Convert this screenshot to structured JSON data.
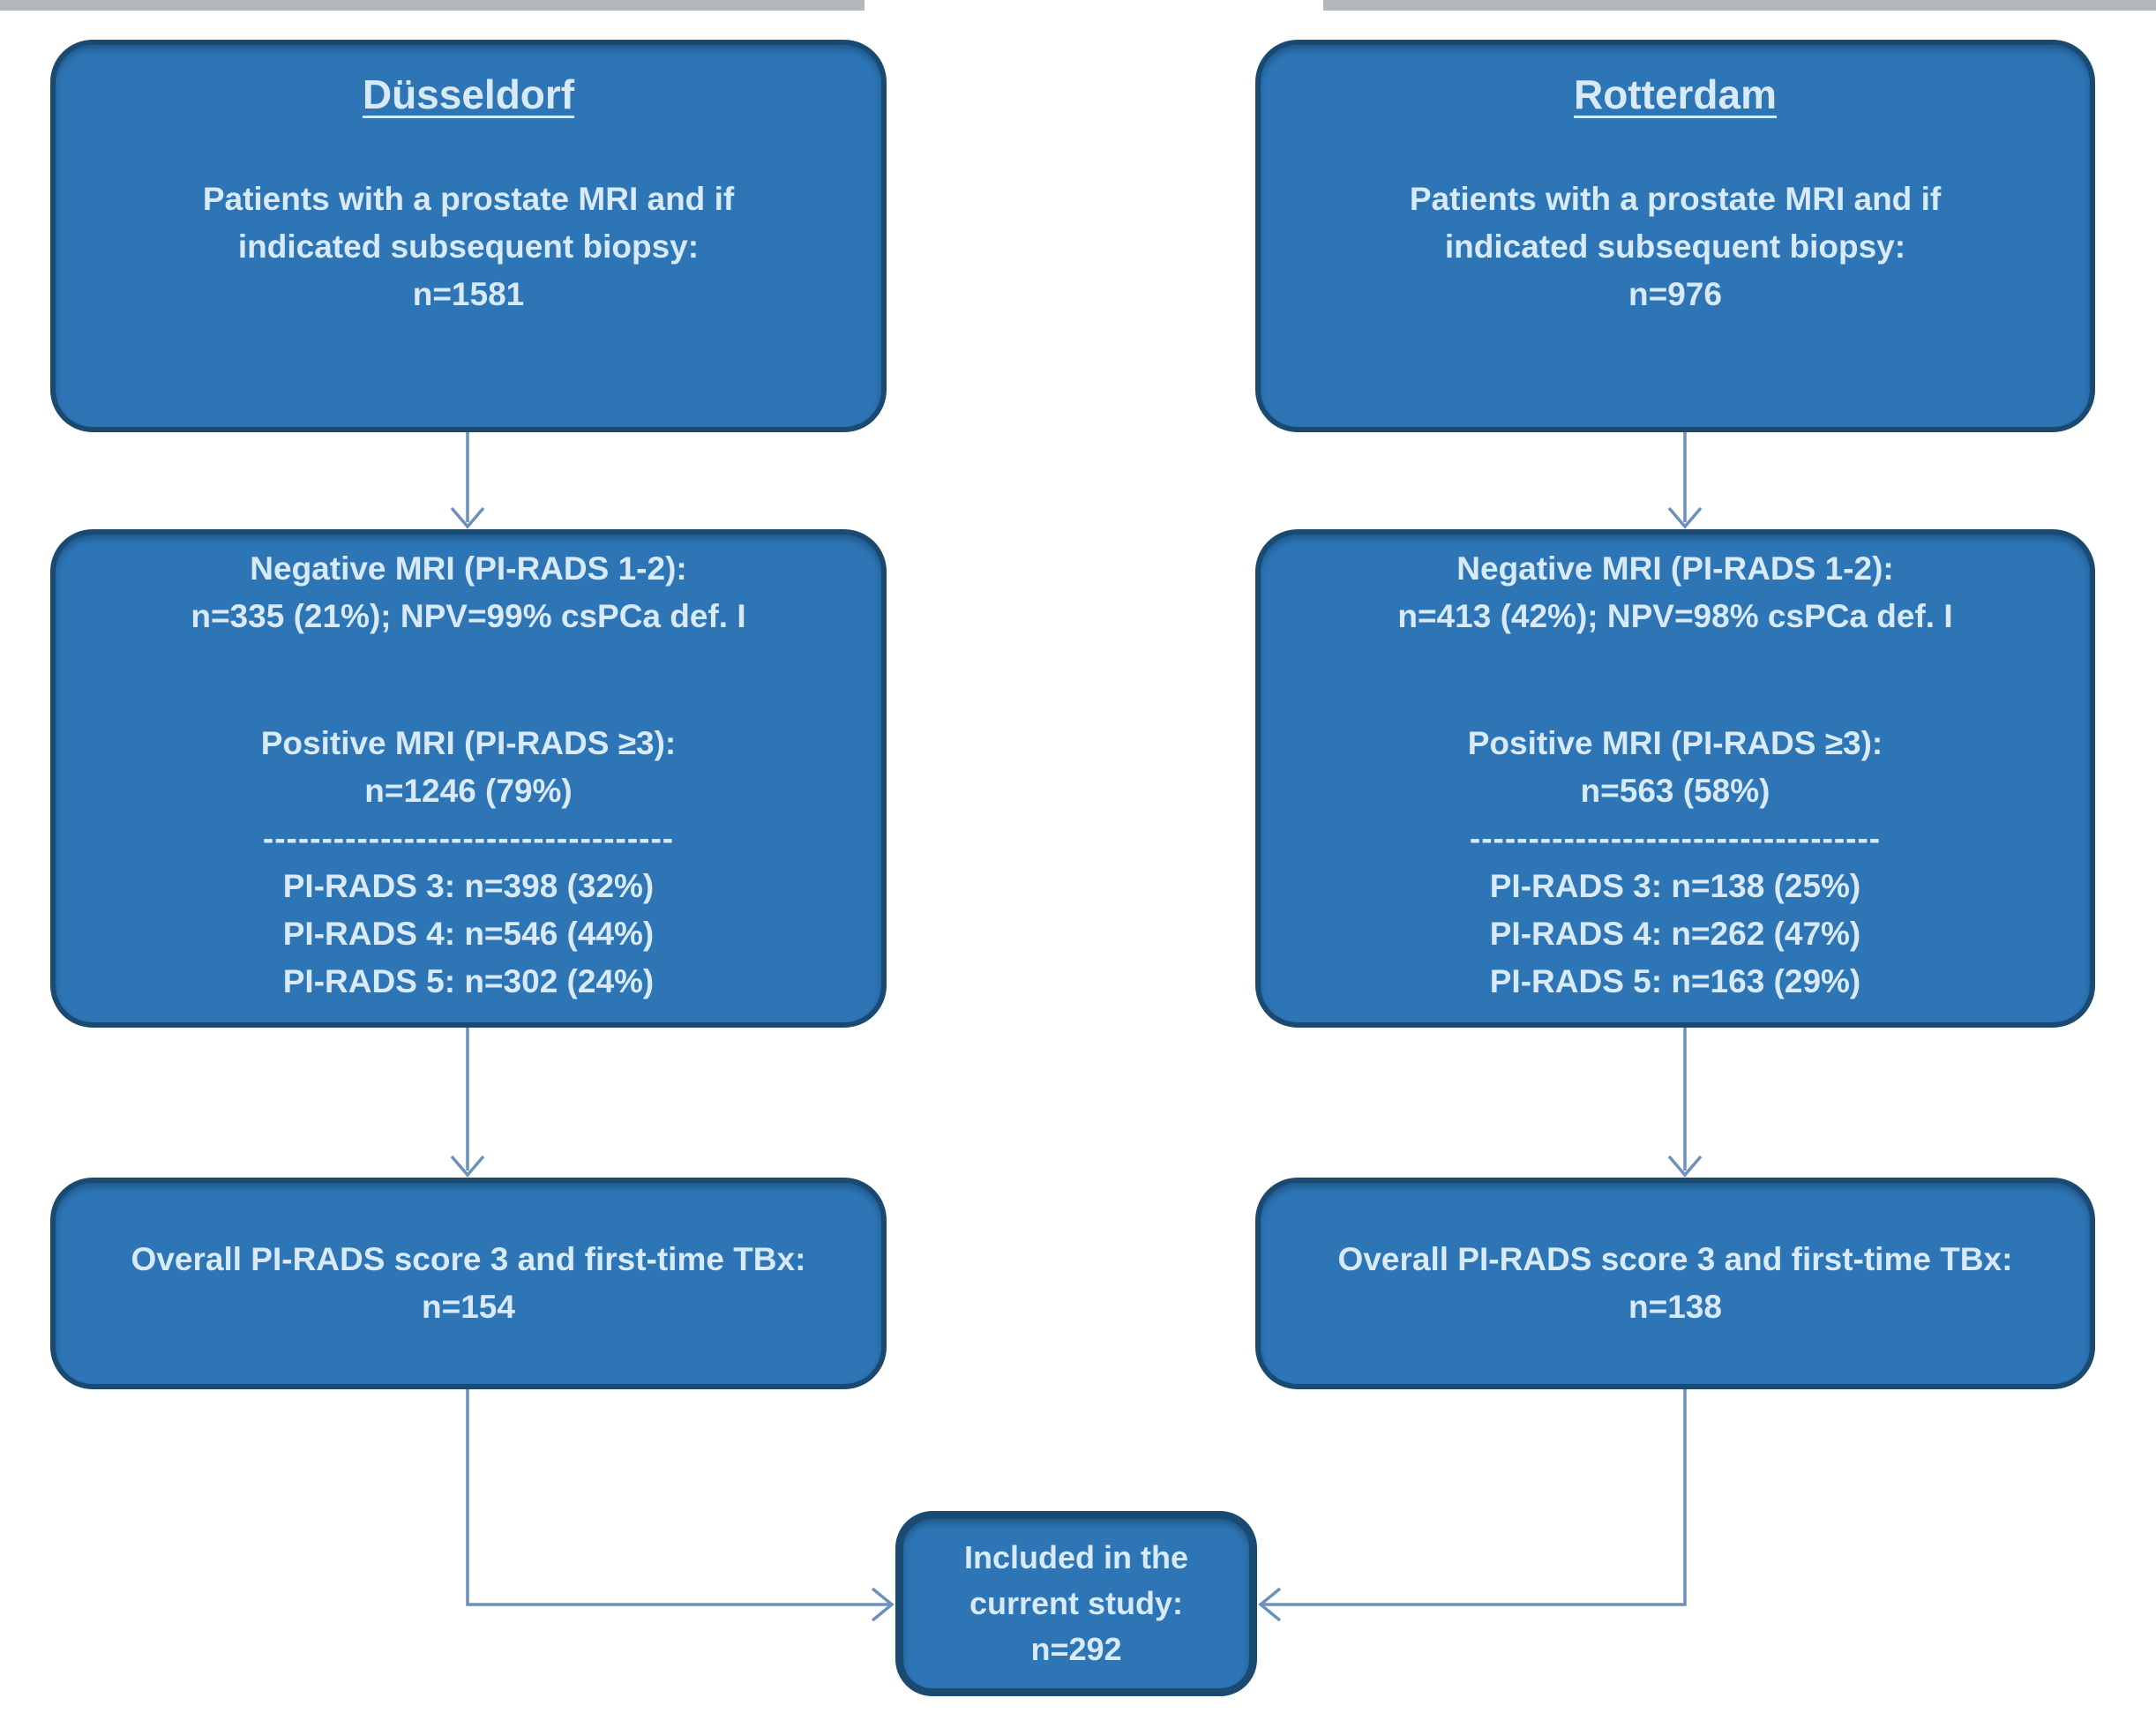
{
  "colors": {
    "box_fill": "#2d75b5",
    "box_border": "#1a4a72",
    "text": "#d8eaf8",
    "connector": "#6d91ba",
    "top_bar": "#b3b6ba"
  },
  "columns": [
    {
      "title": "Düsseldorf",
      "box1_lines": [
        "Patients with a prostate MRI and if",
        "indicated subsequent biopsy:",
        "n=1581"
      ],
      "box2": {
        "negative_lines": [
          "Negative MRI (PI-RADS 1-2):",
          "n=335 (21%); NPV=99% csPCa def. I"
        ],
        "positive_lines": [
          "Positive MRI (PI-RADS ≥3):",
          "n=1246 (79%)"
        ],
        "separator": "-----------------------------------",
        "breakdown_lines": [
          "PI-RADS 3: n=398 (32%)",
          "PI-RADS 4: n=546 (44%)",
          "PI-RADS 5: n=302 (24%)"
        ]
      },
      "box3_lines": [
        "Overall PI-RADS score 3 and first-time TBx:",
        "n=154"
      ]
    },
    {
      "title": "Rotterdam",
      "box1_lines": [
        "Patients with a prostate MRI and if",
        "indicated subsequent biopsy:",
        "n=976"
      ],
      "box2": {
        "negative_lines": [
          "Negative MRI (PI-RADS 1-2):",
          "n=413 (42%); NPV=98% csPCa def. I"
        ],
        "positive_lines": [
          "Positive MRI (PI-RADS ≥3):",
          "n=563 (58%)"
        ],
        "separator": "-----------------------------------",
        "breakdown_lines": [
          "PI-RADS 3: n=138 (25%)",
          "PI-RADS 4: n=262 (47%)",
          "PI-RADS 5: n=163 (29%)"
        ]
      },
      "box3_lines": [
        "Overall PI-RADS score 3 and first-time TBx:",
        "n=138"
      ]
    }
  ],
  "final_box_lines": [
    "Included in the",
    "current study:",
    "n=292"
  ]
}
